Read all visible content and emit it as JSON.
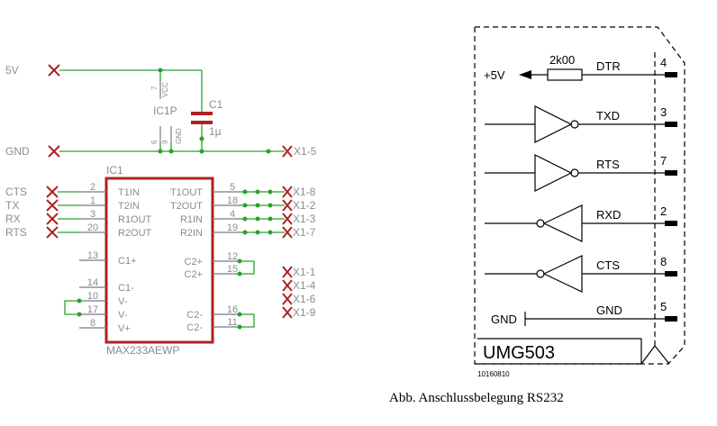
{
  "left": {
    "nets": {
      "v5": "5V",
      "gnd": "GND",
      "cts": "CTS",
      "tx": "TX",
      "rx": "RX",
      "rts": "RTS"
    },
    "cap": {
      "name": "C1",
      "value": "1µ"
    },
    "ic1p": {
      "name": "IC1P",
      "pin_vcc": "7",
      "vcc": "VCC",
      "pin_gnd_a": "6",
      "pin_gnd_b": "9",
      "gnd": "GND"
    },
    "ic": {
      "name": "IC1",
      "part": "MAX233AEWP",
      "left_pins": [
        {
          "num": "2",
          "label": "T1IN"
        },
        {
          "num": "1",
          "label": "T2IN"
        },
        {
          "num": "3",
          "label": "R1OUT"
        },
        {
          "num": "20",
          "label": "R2OUT"
        },
        {
          "num": "13",
          "label": "C1+"
        },
        {
          "num": "14",
          "label": "C1-"
        },
        {
          "num": "10",
          "label": "V-"
        },
        {
          "num": "17",
          "label": "V-"
        },
        {
          "num": "8",
          "label": "V+"
        }
      ],
      "right_pins": [
        {
          "num": "5",
          "label": "T1OUT"
        },
        {
          "num": "18",
          "label": "T2OUT"
        },
        {
          "num": "4",
          "label": "R1IN"
        },
        {
          "num": "19",
          "label": "R2IN"
        },
        {
          "num": "12",
          "label": "C2+"
        },
        {
          "num": "15",
          "label": "C2+"
        },
        {
          "num": "16",
          "label": "C2-"
        },
        {
          "num": "11",
          "label": "C2-"
        }
      ]
    },
    "connectors": {
      "x1_5": "X1-5",
      "right": [
        "X1-8",
        "X1-2",
        "X1-3",
        "X1-7"
      ],
      "loose": [
        "X1-1",
        "X1-4",
        "X1-6",
        "X1-9"
      ]
    }
  },
  "right": {
    "plus5v": "+5V",
    "resistor": "2k00",
    "signals": [
      {
        "name": "DTR",
        "pin": "4"
      },
      {
        "name": "TXD",
        "pin": "3"
      },
      {
        "name": "RTS",
        "pin": "7"
      },
      {
        "name": "RXD",
        "pin": "2"
      },
      {
        "name": "CTS",
        "pin": "8"
      },
      {
        "name": "GND",
        "pin": "5"
      }
    ],
    "gnd_label": "GND",
    "device": "UMG503",
    "code": "10160810",
    "caption": "Abb. Anschlussbelegung RS232"
  }
}
